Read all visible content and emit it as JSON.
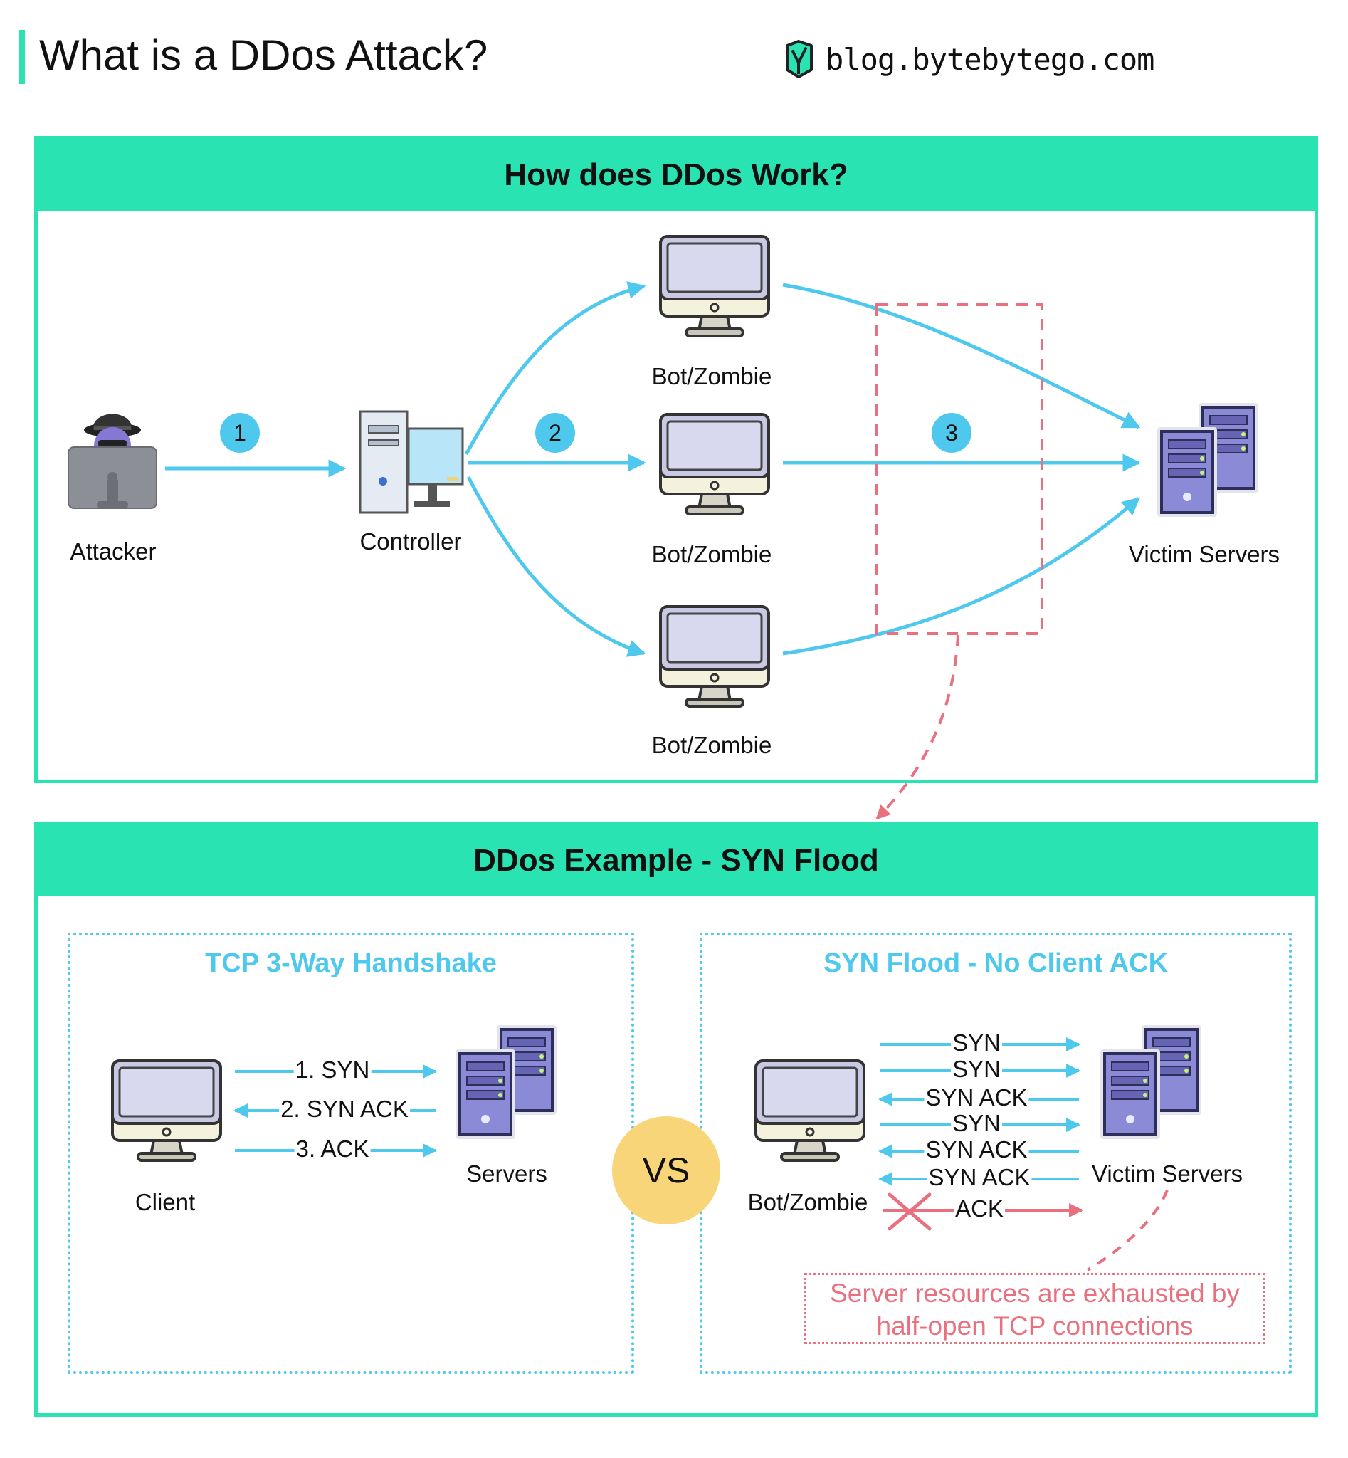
{
  "header": {
    "title": "What is a DDos Attack?",
    "brand": "blog.bytebytego.com",
    "brand_icon": "bytebytego-logo-icon"
  },
  "how_panel": {
    "title": "How does DDos Work?",
    "nodes": {
      "attacker": "Attacker",
      "controller": "Controller",
      "bot_top": "Bot/Zombie",
      "bot_middle": "Bot/Zombie",
      "bot_bottom": "Bot/Zombie",
      "victim": "Victim Servers"
    },
    "steps": [
      "1",
      "2",
      "3"
    ]
  },
  "example_panel": {
    "title": "DDos Example - SYN Flood",
    "left": {
      "title": "TCP 3-Way Handshake",
      "client": "Client",
      "servers": "Servers",
      "messages": [
        "1. SYN",
        "2. SYN ACK",
        "3. ACK"
      ]
    },
    "vs": "VS",
    "right": {
      "title": "SYN Flood - No Client ACK",
      "bot": "Bot/Zombie",
      "victim": "Victim Servers",
      "messages": [
        "SYN",
        "SYN",
        "SYN ACK",
        "SYN",
        "SYN ACK",
        "SYN ACK",
        "ACK"
      ],
      "note_line1": "Server resources are exhausted by",
      "note_line2": "half-open TCP connections"
    }
  },
  "colors": {
    "accent": "#2ae3b3",
    "arrow": "#4fc8ee",
    "alert": "#e8707f",
    "vs": "#f9d57a"
  }
}
